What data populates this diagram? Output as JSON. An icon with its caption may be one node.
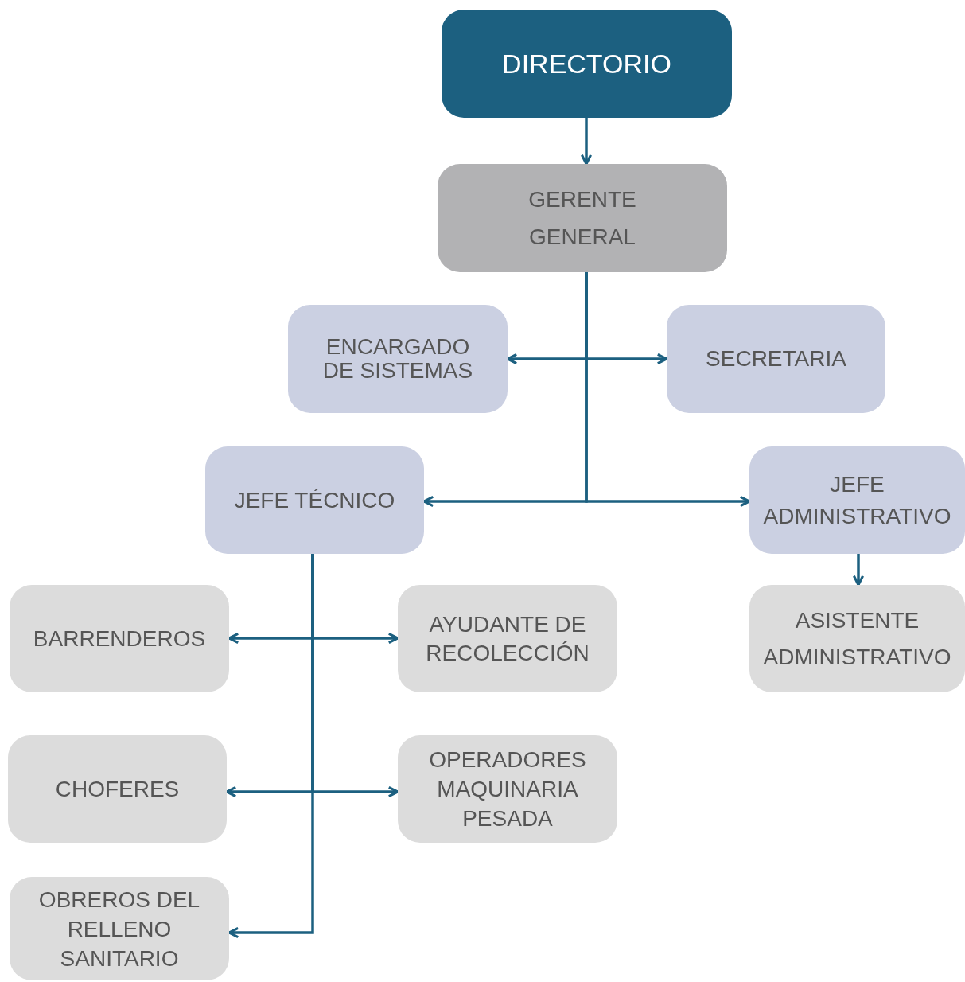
{
  "diagram": {
    "nodes": [
      {
        "text": [
          "DIRECTORIO"
        ]
      },
      {
        "text": [
          "GERENTE GENERAL"
        ]
      },
      {
        "text": [
          "ENCARGADO DE SISTEMAS"
        ]
      },
      {
        "text": [
          "SECRETARIA"
        ]
      },
      {
        "text": [
          "JEFE TÉCNICO"
        ]
      },
      {
        "text": [
          "JEFE ADMINISTRATIVO"
        ]
      },
      {
        "text": [
          "BARRENDEROS"
        ]
      },
      {
        "text": [
          "AYUDANTE DE RECOLECCIÓN"
        ]
      },
      {
        "text": [
          "ASISTENTE ADMINISTRATIVO"
        ]
      },
      {
        "text": [
          "CHOFERES"
        ]
      },
      {
        "text": [
          "OPERADORES MAQUINARIA PESADA"
        ]
      },
      {
        "text": [
          "OBREROS DEL RELLENO SANITARIO"
        ]
      }
    ],
    "edges": [
      {
        "from": 0,
        "to": 1,
        "arrow": "to"
      },
      {
        "from": 1,
        "to": 2,
        "arrow": "to"
      },
      {
        "from": 1,
        "to": 3,
        "arrow": "to"
      },
      {
        "from": 1,
        "to": 4,
        "arrow": "to"
      },
      {
        "from": 1,
        "to": 5,
        "arrow": "to"
      },
      {
        "from": 5,
        "to": 8,
        "arrow": "to"
      },
      {
        "from": 4,
        "to": 6,
        "arrow": "to"
      },
      {
        "from": 4,
        "to": 7,
        "arrow": "to"
      },
      {
        "from": 4,
        "to": 9,
        "arrow": "to"
      },
      {
        "from": 4,
        "to": 10,
        "arrow": "to"
      },
      {
        "from": 4,
        "to": 11,
        "arrow": "to"
      }
    ]
  }
}
